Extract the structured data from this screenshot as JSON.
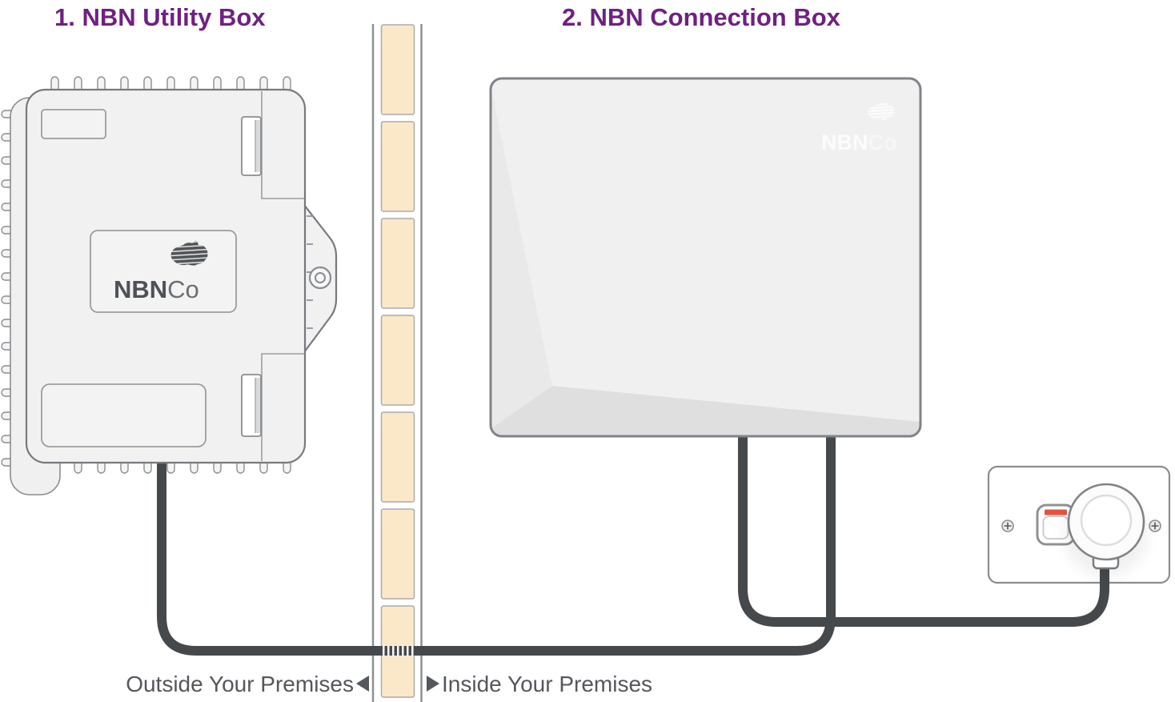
{
  "titles": {
    "utility_box": "1. NBN Utility Box",
    "connection_box": "2. NBN Connection Box"
  },
  "premises_labels": {
    "outside": "Outside Your Premises",
    "inside": "Inside Your Premises"
  },
  "logos": {
    "utility_box": {
      "bold": "NBN",
      "light": "Co"
    },
    "connection_box": {
      "bold": "NBN",
      "light": "Co"
    }
  },
  "colors": {
    "title_purple": "#6E2181",
    "premises_label_gray": "#54575B",
    "cable_dark_gray": "#46494C",
    "brick_tan": "#FBE8C8",
    "switch_indicator_red": "#E05540"
  }
}
